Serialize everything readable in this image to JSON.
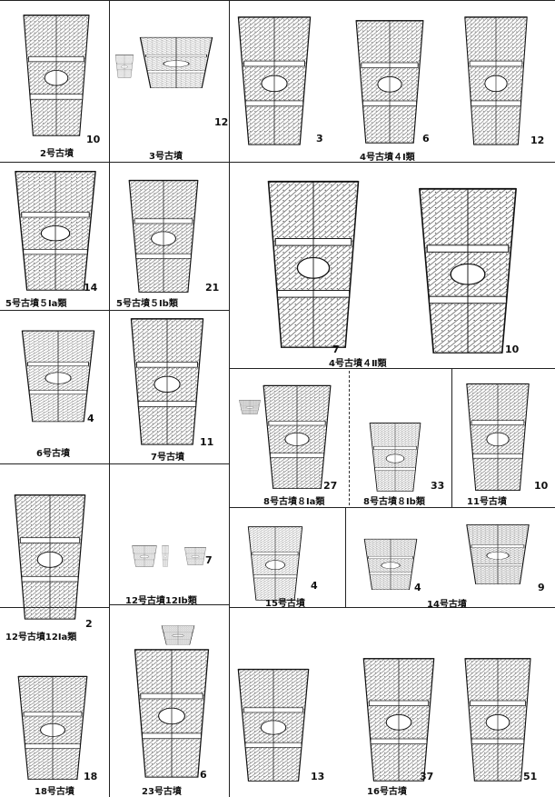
{
  "figure": {
    "captions": {
      "kofun2": "2号古墳",
      "kofun3": "3号古墳",
      "kofun4_i": "4号古墳４Ⅰ類",
      "kofun5_ia": "5号古墳５Ⅰa類",
      "kofun5_ib": "5号古墳５Ⅰb類",
      "kofun4_ii": "4号古墳４Ⅱ類",
      "kofun6": "6号古墳",
      "kofun7": "7号古墳",
      "kofun8_ia": "8号古墳８Ⅰa類",
      "kofun8_ib": "8号古墳８Ⅰb類",
      "kofun11": "11号古墳",
      "kofun12_ia": "12号古墳12Ⅰa類",
      "kofun12_ib": "12号古墳12Ⅰb類",
      "kofun15": "15号古墳",
      "kofun14": "14号古墳",
      "kofun18": "18号古墳",
      "kofun23": "23号古墳",
      "kofun16": "16号古墳"
    },
    "numbers": {
      "n10a": "10",
      "n12a": "12",
      "n3": "3",
      "n6a": "6",
      "n12b": "12",
      "n14": "14",
      "n21": "21",
      "n7a": "7",
      "n10b": "10",
      "n4a": "4",
      "n11": "11",
      "n27": "27",
      "n33": "33",
      "n10c": "10",
      "n2": "2",
      "n7b": "7",
      "n4b": "4",
      "n4c": "4",
      "n9": "9",
      "n18": "18",
      "n6b": "6",
      "n13": "13",
      "n37": "37",
      "n51": "51"
    }
  }
}
